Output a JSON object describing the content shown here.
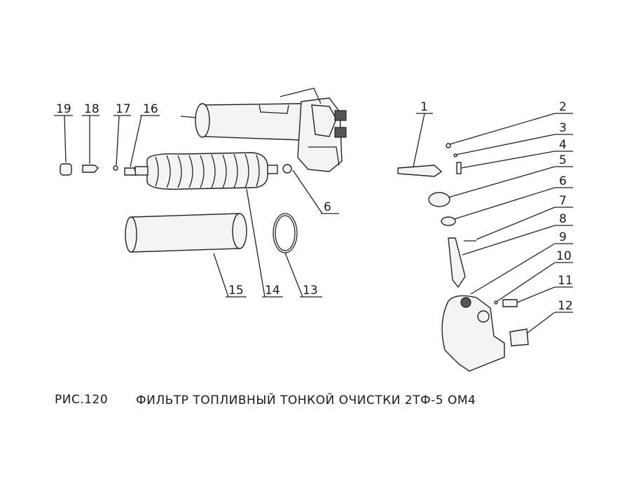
{
  "figure": {
    "number": "РИС.120",
    "title": "ФИЛЬТР ТОПЛИВНЫЙ ТОНКОЙ ОЧИСТКИ 2ТФ-5 ОМ4"
  },
  "callouts": [
    "1",
    "2",
    "3",
    "4",
    "5",
    "6",
    "7",
    "8",
    "9",
    "10",
    "11",
    "12",
    "13",
    "14",
    "15",
    "16",
    "17",
    "18",
    "19"
  ],
  "left_callouts": {
    "c19": "19",
    "c18": "18",
    "c17": "17",
    "c16": "16",
    "c6": "6",
    "c15": "15",
    "c14": "14",
    "c13": "13"
  },
  "right_callouts": {
    "c1": "1",
    "c2": "2",
    "c3": "3",
    "c4": "4",
    "c5": "5",
    "c6": "6",
    "c7": "7",
    "c8": "8",
    "c9": "9",
    "c10": "10",
    "c11": "11",
    "c12": "12"
  }
}
